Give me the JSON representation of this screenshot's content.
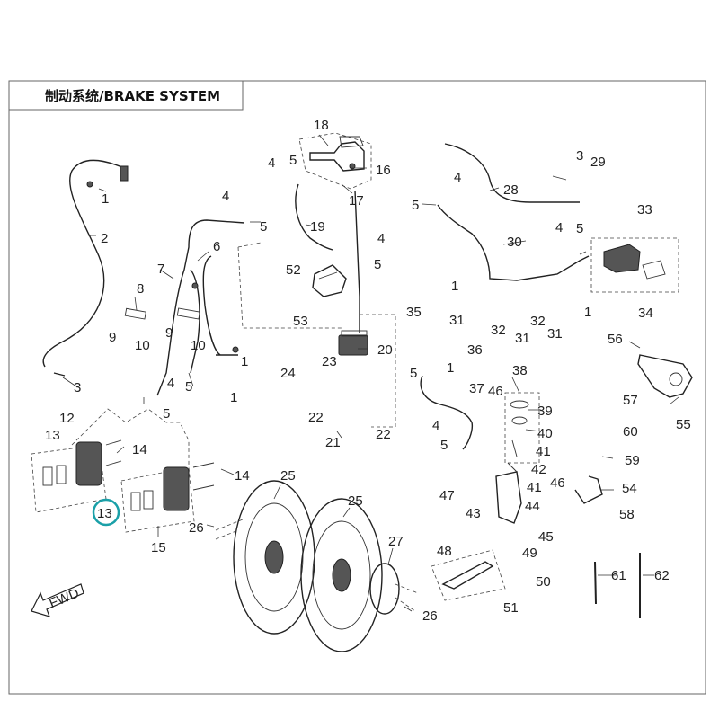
{
  "title": "制动系统/BRAKE SYSTEM",
  "highlight_color": "#1aa0a8",
  "highlighted_callout": "13",
  "fwd_label": "FWD",
  "callouts": [
    {
      "id": "c-1a",
      "text": "1"
    },
    {
      "id": "c-2",
      "text": "2"
    },
    {
      "id": "c-3a",
      "text": "3"
    },
    {
      "id": "c-18",
      "text": "18"
    },
    {
      "id": "c-16",
      "text": "16"
    },
    {
      "id": "c-17",
      "text": "17"
    },
    {
      "id": "c-4a",
      "text": "4"
    },
    {
      "id": "c-5a",
      "text": "5"
    },
    {
      "id": "c-4b",
      "text": "4"
    },
    {
      "id": "c-5b",
      "text": "5"
    },
    {
      "id": "c-19",
      "text": "19"
    },
    {
      "id": "c-4c",
      "text": "4"
    },
    {
      "id": "c-5c",
      "text": "5"
    },
    {
      "id": "c-52",
      "text": "52"
    },
    {
      "id": "c-53",
      "text": "53"
    },
    {
      "id": "c-6",
      "text": "6"
    },
    {
      "id": "c-7",
      "text": "7"
    },
    {
      "id": "c-8",
      "text": "8"
    },
    {
      "id": "c-9a",
      "text": "9"
    },
    {
      "id": "c-10a",
      "text": "10"
    },
    {
      "id": "c-9b",
      "text": "9"
    },
    {
      "id": "c-10b",
      "text": "10"
    },
    {
      "id": "c-1b",
      "text": "1"
    },
    {
      "id": "c-4d",
      "text": "4"
    },
    {
      "id": "c-5d",
      "text": "5"
    },
    {
      "id": "c-1c",
      "text": "1"
    },
    {
      "id": "c-5e",
      "text": "5"
    },
    {
      "id": "c-12",
      "text": "12"
    },
    {
      "id": "c-13a",
      "text": "13"
    },
    {
      "id": "c-14a",
      "text": "14"
    },
    {
      "id": "c-14b",
      "text": "14"
    },
    {
      "id": "c-13b",
      "text": "13"
    },
    {
      "id": "c-15",
      "text": "15"
    },
    {
      "id": "c-26a",
      "text": "26"
    },
    {
      "id": "c-25a",
      "text": "25"
    },
    {
      "id": "c-25b",
      "text": "25"
    },
    {
      "id": "c-27",
      "text": "27"
    },
    {
      "id": "c-26b",
      "text": "26"
    },
    {
      "id": "c-20",
      "text": "20"
    },
    {
      "id": "c-23",
      "text": "23"
    },
    {
      "id": "c-24",
      "text": "24"
    },
    {
      "id": "c-22a",
      "text": "22"
    },
    {
      "id": "c-21",
      "text": "21"
    },
    {
      "id": "c-22b",
      "text": "22"
    },
    {
      "id": "c-35",
      "text": "35"
    },
    {
      "id": "c-5f",
      "text": "5"
    },
    {
      "id": "c-36",
      "text": "36"
    },
    {
      "id": "c-1d",
      "text": "1"
    },
    {
      "id": "c-37",
      "text": "37"
    },
    {
      "id": "c-4e",
      "text": "4"
    },
    {
      "id": "c-5g",
      "text": "5"
    },
    {
      "id": "c-3b",
      "text": "3"
    },
    {
      "id": "c-29",
      "text": "29"
    },
    {
      "id": "c-4f",
      "text": "4"
    },
    {
      "id": "c-28",
      "text": "28"
    },
    {
      "id": "c-5h",
      "text": "5"
    },
    {
      "id": "c-30",
      "text": "30"
    },
    {
      "id": "c-33",
      "text": "33"
    },
    {
      "id": "c-4g",
      "text": "4"
    },
    {
      "id": "c-5i",
      "text": "5"
    },
    {
      "id": "c-1e",
      "text": "1"
    },
    {
      "id": "c-31a",
      "text": "31"
    },
    {
      "id": "c-32a",
      "text": "32"
    },
    {
      "id": "c-32b",
      "text": "32"
    },
    {
      "id": "c-31b",
      "text": "31"
    },
    {
      "id": "c-31c",
      "text": "31"
    },
    {
      "id": "c-1f",
      "text": "1"
    },
    {
      "id": "c-34",
      "text": "34"
    },
    {
      "id": "c-56",
      "text": "56"
    },
    {
      "id": "c-55",
      "text": "55"
    },
    {
      "id": "c-38",
      "text": "38"
    },
    {
      "id": "c-46a",
      "text": "46"
    },
    {
      "id": "c-39",
      "text": "39"
    },
    {
      "id": "c-40",
      "text": "40"
    },
    {
      "id": "c-41a",
      "text": "41"
    },
    {
      "id": "c-42",
      "text": "42"
    },
    {
      "id": "c-41b",
      "text": "41"
    },
    {
      "id": "c-47",
      "text": "47"
    },
    {
      "id": "c-43",
      "text": "43"
    },
    {
      "id": "c-44",
      "text": "44"
    },
    {
      "id": "c-45",
      "text": "45"
    },
    {
      "id": "c-57",
      "text": "57"
    },
    {
      "id": "c-60",
      "text": "60"
    },
    {
      "id": "c-59",
      "text": "59"
    },
    {
      "id": "c-46b",
      "text": "46"
    },
    {
      "id": "c-54",
      "text": "54"
    },
    {
      "id": "c-58",
      "text": "58"
    },
    {
      "id": "c-48",
      "text": "48"
    },
    {
      "id": "c-49",
      "text": "49"
    },
    {
      "id": "c-50",
      "text": "50"
    },
    {
      "id": "c-51",
      "text": "51"
    },
    {
      "id": "c-61",
      "text": "61"
    },
    {
      "id": "c-62",
      "text": "62"
    }
  ]
}
